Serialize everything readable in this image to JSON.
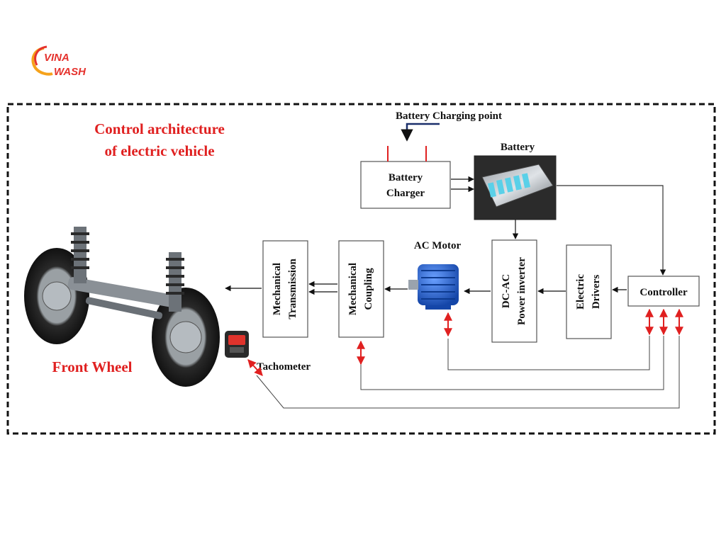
{
  "logo": {
    "line1": "VINA",
    "line2": "WASH",
    "brand_color": "#e5322d",
    "accent_color": "#f5a21b"
  },
  "title": {
    "line1": "Control architecture",
    "line2": "of electric vehicle"
  },
  "labels": {
    "charging_point": "Battery Charging point",
    "battery": "Battery",
    "battery_charger_1": "Battery",
    "battery_charger_2": "Charger",
    "ac_motor": "AC Motor",
    "mech_transmission_1": "Mechanical",
    "mech_transmission_2": "Transmission",
    "mech_coupling_1": "Mechanical",
    "mech_coupling_2": "Coupling",
    "inverter_1": "DC-AC",
    "inverter_2": "Power inverter",
    "drivers_1": "Electric",
    "drivers_2": "Drivers",
    "controller": "Controller",
    "front_wheel": "Front Wheel",
    "tachometer": "Tachometer"
  },
  "colors": {
    "title_red": "#e02020",
    "signal_red": "#e02020",
    "line": "#333333",
    "motor_blue": "#1f5fd0"
  }
}
